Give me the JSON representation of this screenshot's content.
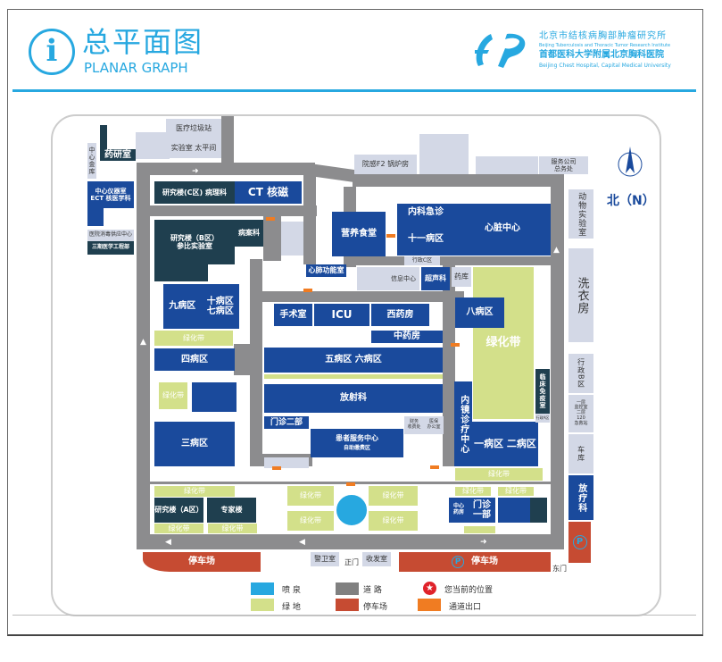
{
  "header": {
    "title_cn": "总平面图",
    "title_en": "PLANAR GRAPH",
    "info_icon": "info-icon",
    "hospital": {
      "line1": "北京市结核病胸部肿瘤研究所",
      "line2": "Beijing Tuberculosis and Thoracic Tumor Research Institute",
      "line3": "首都医科大学附属北京胸科医院",
      "line4": "Beijing Chest Hospital, Capital Medical University"
    }
  },
  "compass": {
    "label": "北（N）"
  },
  "colors": {
    "blue": "#1a4a9c",
    "dark": "#1f3f4f",
    "building_gray": "#d3d8e6",
    "green": "#d3e08a",
    "road": "#8c8c8e",
    "parking": "#c64b32",
    "fountain": "#27a8e0",
    "exit": "#f07c22",
    "accent": "#27a8e0"
  },
  "map": {
    "yaoyanshi": "药研室",
    "zhongxinjinku": "中心金库",
    "ect": "中心仪器室\nECT 核医学科",
    "xiaodu": "医院消毒供应中心",
    "yixuegongcheng": "三期医学工程部",
    "laji": "医疗垃圾站",
    "shiyan_taiping": "实验室  太平间",
    "yanjiu_c": "研究楼(C区) 病理科",
    "ct": "CT 核磁",
    "yanjiu_b": "研究楼（B区）\n参比实验室",
    "bingan": "病案科",
    "xinfei": "心肺功能室",
    "yingyang": "营养食堂",
    "neike": "内科急诊",
    "shiyi": "十一病区",
    "xinzang": "心脏中心",
    "yuangan": "院感F2   锅炉房",
    "fuwu": "服务公司\n总务处",
    "dongwu": "动物实验室",
    "xiyi": "洗衣房",
    "xingzheng_c": "行政C区",
    "xinxi": "信息中心",
    "chaosheng": "超声科",
    "yaoku": "药库",
    "lvhua_big": "绿化带",
    "ba": "八病区",
    "jiu": "九病区",
    "shi_qi": "十病区\n七病区",
    "shoushu": "手术室",
    "icu": "ICU",
    "xiyao": "西药房",
    "zhongyao": "中药房",
    "wu_liu": "五病区    六病区",
    "fangshe": "放射科",
    "menzhen2": "门诊二部",
    "huanzhe": "患者服务中心",
    "zizhu": "自助缴费区",
    "caiwu": "财务\n收费处",
    "yibao": "医保\n办公室",
    "lvhua": "绿化带",
    "si": "四病区",
    "san": "三病区",
    "neijing": "内镜诊疗中心",
    "yi_er": "一病区 二病区",
    "linchuang": "临床免疫室",
    "xingzheng_a": "行政A区",
    "xingzheng_b": "行政B区",
    "jiankong": "一层\n监控室\n二层\n120\n急救站",
    "cheku": "车库",
    "fangliao": "放疗科",
    "yanjiu_a": "研究楼（A区）",
    "zhuanjia": "专家楼",
    "zhongxinyaofang": "中心\n药房",
    "menzhen1": "门诊\n一部",
    "tingche": "停车场",
    "jingwei": "警卫室",
    "zhengmen": "正门",
    "shoufa": "收发室",
    "dongmen": "东门",
    "parking_symbol": "P"
  },
  "legend": [
    {
      "label": "喷 泉",
      "color": "#27a8e0"
    },
    {
      "label": "道 路",
      "color": "#808080"
    },
    {
      "label": "您当前的位置",
      "icon": "star-icon"
    },
    {
      "label": "绿 地",
      "color": "#d3e08a"
    },
    {
      "label": "停车场",
      "color": "#c64b32"
    },
    {
      "label": "通道出口",
      "color": "#f07c22"
    }
  ]
}
